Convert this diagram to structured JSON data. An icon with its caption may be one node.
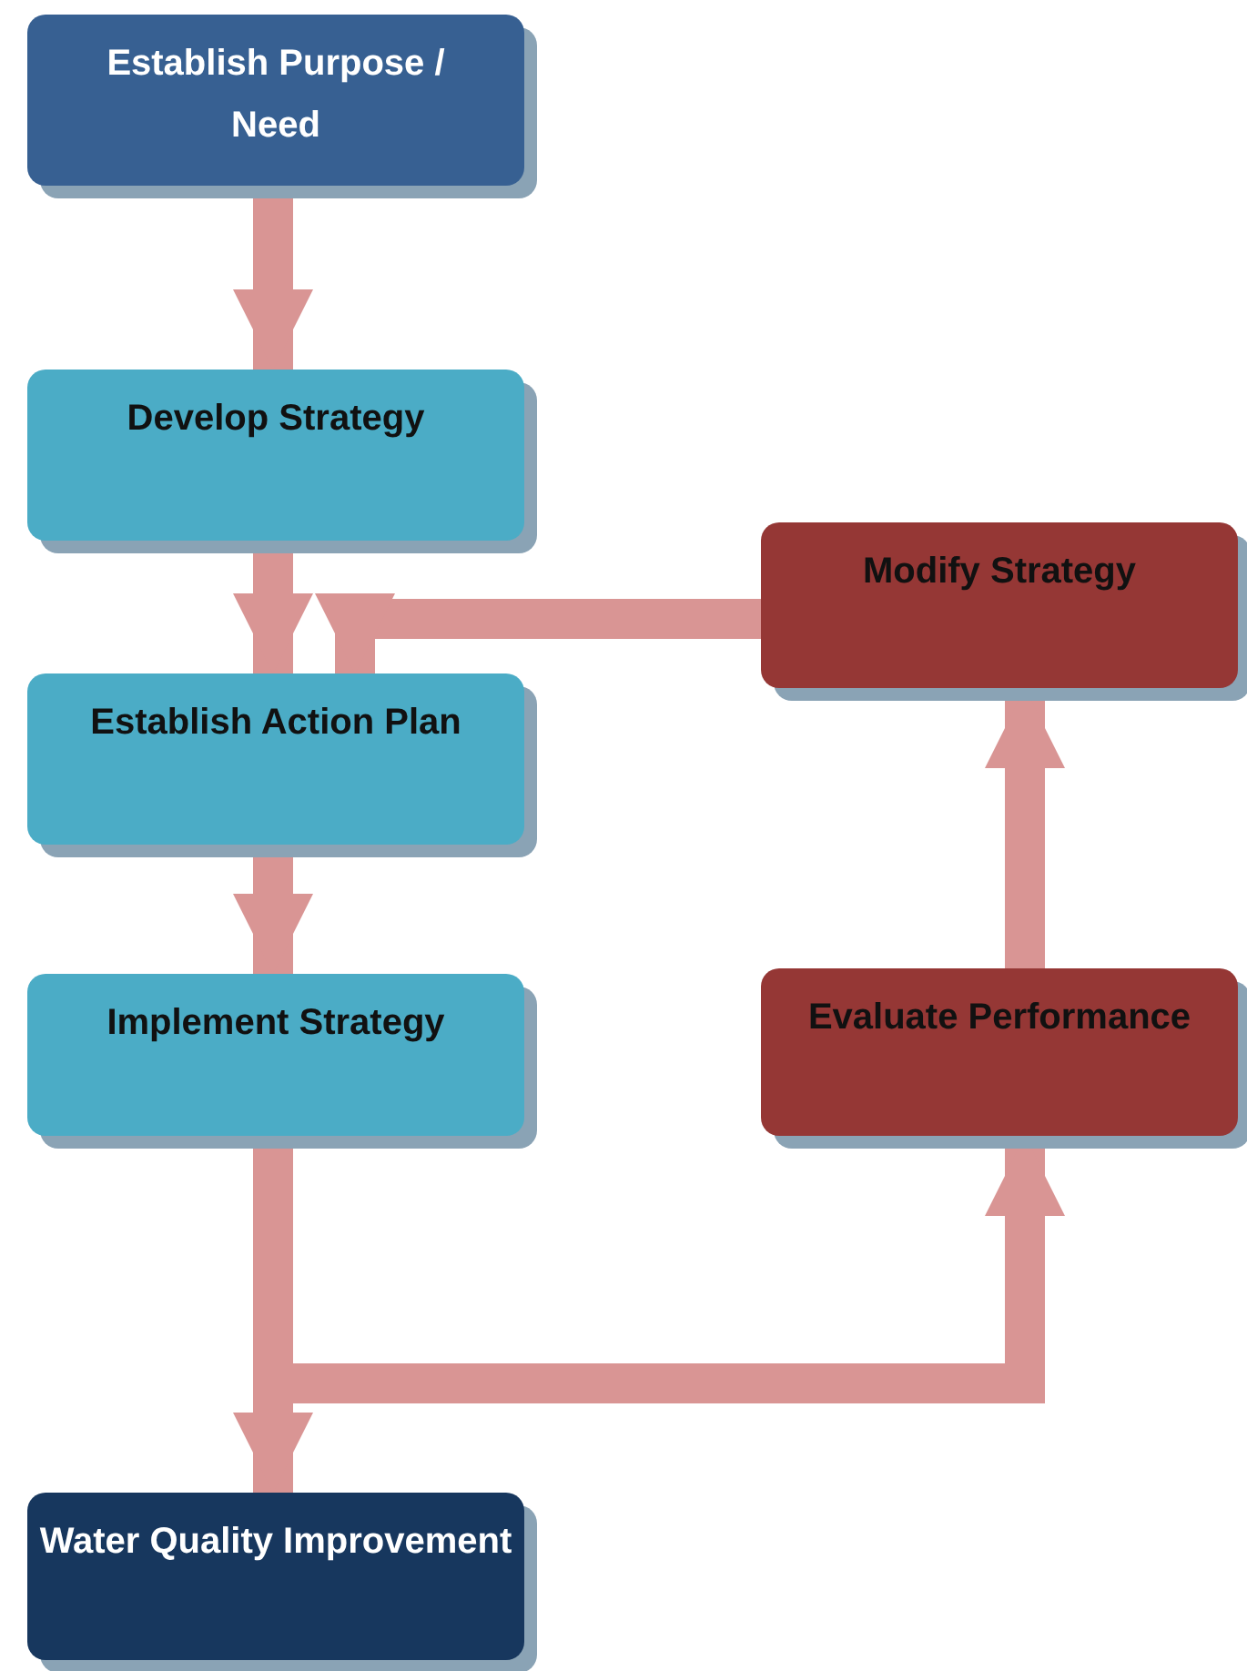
{
  "diagram": {
    "nodes": [
      {
        "text": [
          "Establish Purpose / Need"
        ]
      },
      {
        "text": [
          "Develop Strategy"
        ]
      },
      {
        "text": [
          "Establish Action Plan"
        ]
      },
      {
        "text": [
          "Implement Strategy"
        ]
      },
      {
        "text": [
          "Water Quality Improvement"
        ]
      },
      {
        "text": [
          "Modify Strategy"
        ]
      },
      {
        "text": [
          "Evaluate Performance"
        ]
      }
    ],
    "edges": [
      {
        "from": 0,
        "to": 1,
        "arrow": "to"
      },
      {
        "from": 1,
        "to": 2,
        "arrow": "to"
      },
      {
        "from": 5,
        "to": 2,
        "arrow": "to"
      },
      {
        "from": 2,
        "to": 3,
        "arrow": "to"
      },
      {
        "from": 3,
        "to": 4,
        "arrow": "to"
      },
      {
        "from": 3,
        "to": 6,
        "arrow": "to"
      },
      {
        "from": 6,
        "to": 5,
        "arrow": "to"
      }
    ]
  }
}
